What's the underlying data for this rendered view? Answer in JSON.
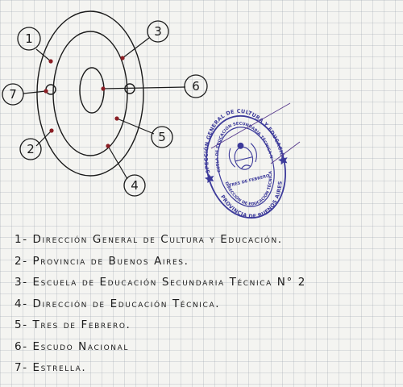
{
  "diagram": {
    "callouts": [
      {
        "number": "1"
      },
      {
        "number": "2"
      },
      {
        "number": "3"
      },
      {
        "number": "4"
      },
      {
        "number": "5"
      },
      {
        "number": "6"
      },
      {
        "number": "7"
      }
    ]
  },
  "seal": {
    "outer_text": "INSPECCIÓN GENERAL DE CULTURA Y EDUCACIÓN",
    "inner_text": "ESCUELA DE EDUCACIÓN SECUNDARIA TÉCNICA Nº 2",
    "bottom_outer_text": "PROVINCIA DE BUENOS AIRES",
    "bottom_inner_text": "DIRECCIÓN DE EDUCACIÓN TÉCNICA",
    "center_text": "TRES DE FEBRERO",
    "ink_color": "#3c3a9a"
  },
  "legend": [
    "1- Dirección General de Cultura y Educación.",
    "2- Provincia de Buenos Aires.",
    "3- Escuela de Educación Secundaria Técnica N° 2",
    "4- Dirección de Educación Técnica.",
    "5- Tres de Febrero.",
    "6- Escudo Nacional",
    "7- Estrella."
  ]
}
